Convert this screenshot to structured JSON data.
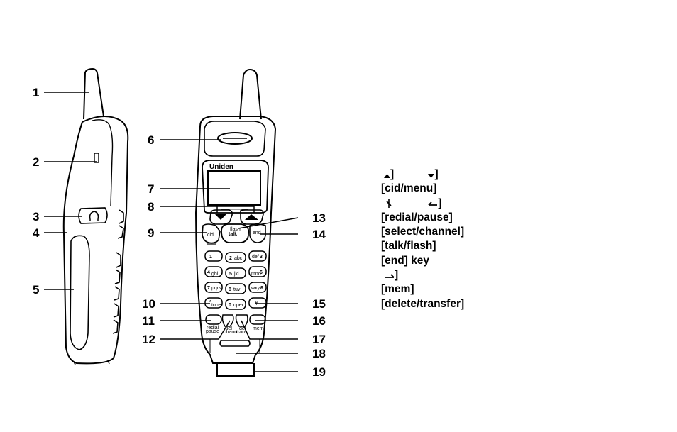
{
  "brand": "Uniden",
  "callouts": [
    "1",
    "2",
    "3",
    "4",
    "5",
    "6",
    "7",
    "8",
    "9",
    "10",
    "11",
    "12",
    "13",
    "14",
    "15",
    "16",
    "17",
    "18",
    "19"
  ],
  "keys": {
    "flash": "flash",
    "cid": "cid",
    "talk": "talk",
    "end": "end",
    "k1": "1",
    "k2": "2",
    "k2_sub": "abc",
    "k3": "3",
    "k3_sub": "def",
    "k4": "4",
    "k4_sub": "ghi",
    "k5": "5",
    "k5_sub": "jkl",
    "k6": "6",
    "k6_sub": "mno",
    "k7": "7",
    "k7_sub": "pqrs",
    "k8": "8",
    "k8_sub": "tuv",
    "k9": "9",
    "k9_sub": "wxyz",
    "star": "*",
    "star_sub": "tone",
    "k0": "0",
    "k0_sub": "oper",
    "hash": "#",
    "redial": "redial",
    "pause": "pause",
    "sel": "sel",
    "chann": "chann",
    "del": "del",
    "trans": "trans",
    "mem": "mem"
  },
  "legend": [
    {
      "icon": "up-arrow-icon",
      "text": "]",
      "icon2": "down-arrow-icon",
      "text2": "]"
    },
    {
      "text": "[cid/menu]"
    },
    {
      "icon": "mute-icon",
      "icon2": "left-arrow-icon",
      "text2": "]"
    },
    {
      "text": "[redial/pause]"
    },
    {
      "text": "[select/channel]"
    },
    {
      "text": "[talk/flash]"
    },
    {
      "text": "[end] key"
    },
    {
      "icon": "right-arrow-icon",
      "text": "]"
    },
    {
      "text": "[mem]"
    },
    {
      "text": "[delete/transfer]"
    }
  ]
}
